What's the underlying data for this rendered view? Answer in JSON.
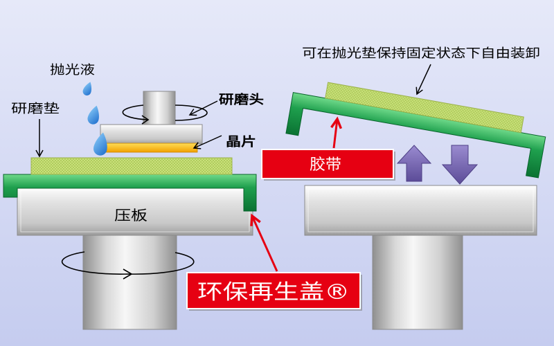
{
  "diagram": {
    "left_polisher": {
      "polishing_liquid_label": "抛光液",
      "polishing_pad_label": "研磨垫",
      "polishing_head_label": "研磨头",
      "wafer_label": "晶片",
      "platen_label": "压板"
    },
    "callouts": {
      "tape_label": "胶带",
      "eco_cover_label": "环保再生盖®"
    },
    "right_polisher": {
      "detachable_note": "可在抛光垫保持固定状态下自由装卸"
    }
  },
  "colors": {
    "callout_red": "#e60012",
    "green_plate": "#1a9a4a",
    "polishing_pad": "#c8df7a",
    "wafer": "#f7b500",
    "motion_arrow_purple": "#7061a8",
    "liquid_blue": "#2b8be0",
    "background": "#dfe3f7"
  }
}
